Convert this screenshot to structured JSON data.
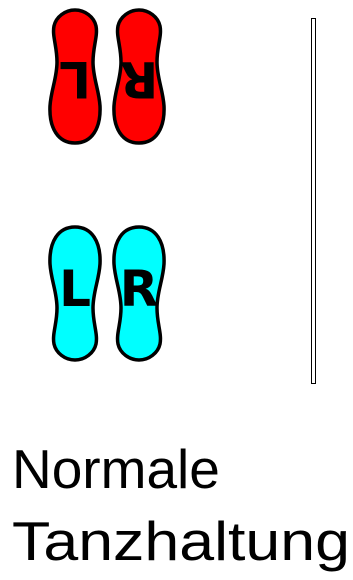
{
  "diagram": {
    "colors": {
      "partner_feet": "#ff0000",
      "dancer_feet": "#00ffff",
      "outline": "#000000"
    },
    "partner_feet": {
      "left_label": "L",
      "right_label": "R"
    },
    "dancer_feet": {
      "left_label": "L",
      "right_label": "R"
    },
    "caption": {
      "line1": "Normale",
      "line2": "Tanzhaltung"
    }
  }
}
